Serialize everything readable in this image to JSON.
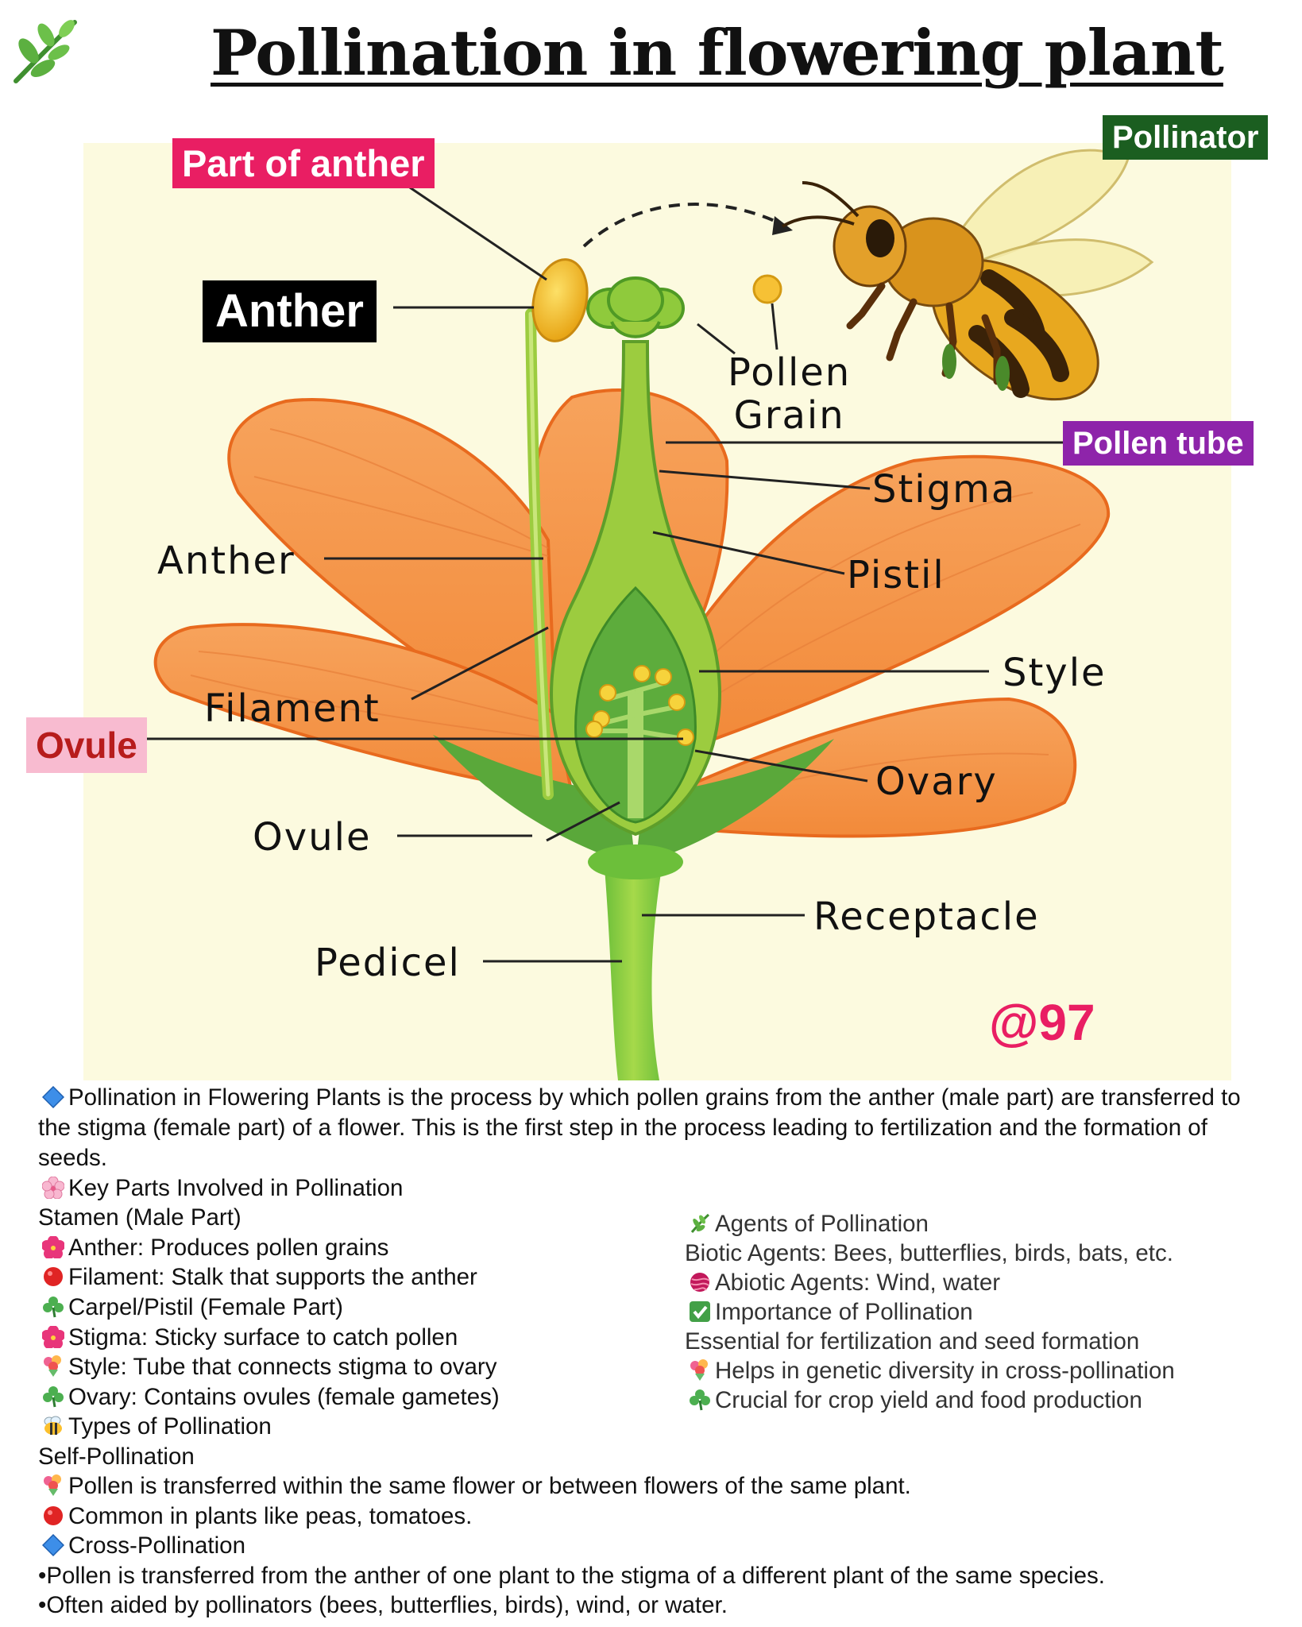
{
  "page_title": "Pollination in flowering plant",
  "diagram": {
    "labels": {
      "part_of_anther": "Part of anther",
      "anther_tag": "Anther",
      "pollinator": "Pollinator",
      "pollen_grain": "Pollen\nGrain",
      "pollen_tube": "Pollen tube",
      "stigma": "Stigma",
      "anther": "Anther",
      "pistil": "Pistil",
      "style": "Style",
      "filament": "Filament",
      "ovule_tag": "Ovule",
      "ovary": "Ovary",
      "ovule": "Ovule",
      "receptacle": "Receptacle",
      "pedicel": "Pedicel"
    },
    "watermark": "@97",
    "colors": {
      "background": "#fcfadf",
      "petal": "#f7a35c",
      "petal_edge": "#e86a1e",
      "pistil": "#8bc34a",
      "pistil_dark": "#4caf50",
      "anther": "#f2c12e",
      "part_of_anther_tag": "#e91e63",
      "pollinator_tag": "#1b5e20",
      "pollen_tube_tag": "#8e24aa",
      "ovule_tag": "#f8bbd0",
      "watermark": "#e91e63"
    }
  },
  "description": {
    "intro": "Pollination in Flowering Plants is the process by which pollen grains from the anther (male part) are transferred to the stigma (female part) of a flower. This is the first step in the process leading to fertilization and the formation of seeds.",
    "key_parts_heading": "Key Parts Involved in Pollination",
    "stamen_heading": "Stamen (Male Part)",
    "anther_line": "Anther: Produces pollen grains",
    "filament_line": "Filament: Stalk that supports the anther",
    "carpel_heading": "Carpel/Pistil (Female Part)",
    "stigma_line": "Stigma: Sticky surface to catch pollen",
    "style_line": "Style: Tube that connects stigma to ovary",
    "ovary_line": "Ovary: Contains ovules (female gametes)",
    "types_heading": "Types of Pollination",
    "self_heading": "Self-Pollination",
    "self_1": "Pollen is transferred within the same flower or between flowers of the same plant.",
    "self_2": "Common in plants like peas, tomatoes.",
    "cross_heading": "Cross-Pollination",
    "cross_1": "•Pollen is transferred from the anther of one plant to the stigma of a different plant of the same species.",
    "cross_2": "•Often aided by pollinators (bees, butterflies, birds), wind, or water.",
    "agents_heading": "Agents of Pollination",
    "biotic": "Biotic Agents: Bees, butterflies, birds, bats, etc.",
    "abiotic": "Abiotic Agents: Wind, water",
    "importance_heading": "Importance of Pollination",
    "importance_1": "Essential for fertilization and seed formation",
    "importance_2": "Helps in genetic diversity in cross-pollination",
    "importance_3": "Crucial for crop yield and food production"
  },
  "icons": [
    "herb-icon",
    "blue-diamond-icon",
    "cherry-blossom-icon",
    "hibiscus-icon",
    "red-circle-icon",
    "shamrock-icon",
    "bouquet-icon",
    "bee-icon",
    "check-mark-icon",
    "yarn-ball-icon"
  ]
}
